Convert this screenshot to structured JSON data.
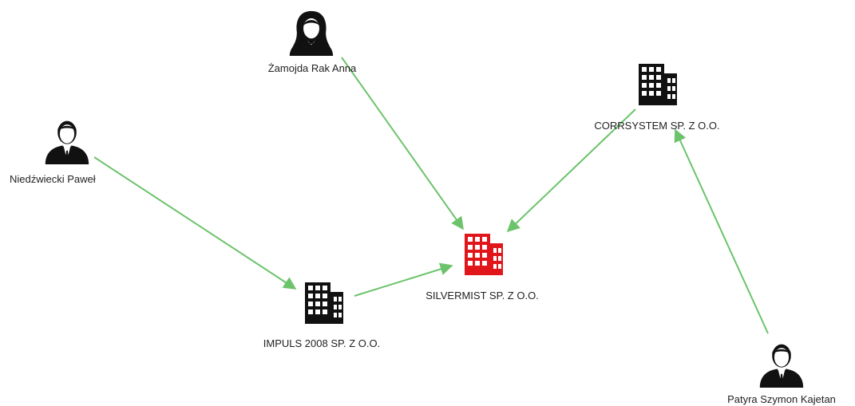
{
  "diagram": {
    "colors": {
      "edge": "#6cc36c",
      "node_default": "#111111",
      "node_focus": "#e0161b"
    },
    "nodes": [
      {
        "id": "zamojda",
        "type": "person-female",
        "label": "Żamojda Rak Anna",
        "focus": false
      },
      {
        "id": "niedzwiecki",
        "type": "person-male",
        "label": "Niedźwiecki Paweł",
        "focus": false
      },
      {
        "id": "corrsystem",
        "type": "company",
        "label": "CORRSYSTEM SP. Z O.O.",
        "focus": false
      },
      {
        "id": "silvermist",
        "type": "company",
        "label": "SILVERMIST SP. Z O.O.",
        "focus": true
      },
      {
        "id": "impuls",
        "type": "company",
        "label": "IMPULS 2008 SP. Z O.O.",
        "focus": false
      },
      {
        "id": "patyra",
        "type": "person-male",
        "label": "Patyra Szymon Kajetan",
        "focus": false
      }
    ],
    "edges": [
      {
        "from": "zamojda",
        "to": "silvermist"
      },
      {
        "from": "corrsystem",
        "to": "silvermist"
      },
      {
        "from": "niedzwiecki",
        "to": "impuls"
      },
      {
        "from": "impuls",
        "to": "silvermist"
      },
      {
        "from": "patyra",
        "to": "corrsystem"
      }
    ]
  }
}
